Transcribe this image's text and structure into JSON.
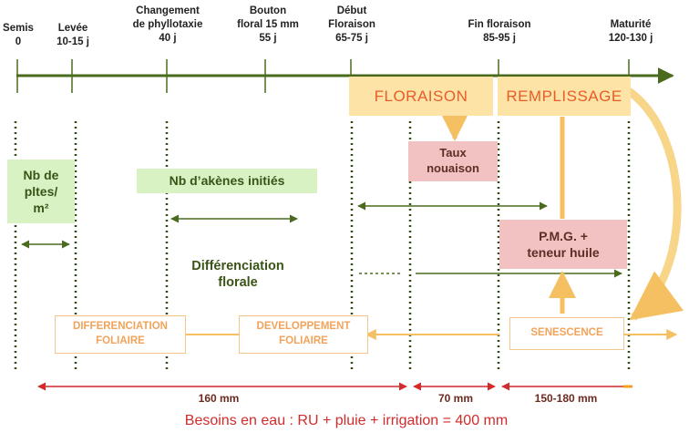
{
  "stages": [
    {
      "id": "semis",
      "line1": "Semis",
      "line2": "0"
    },
    {
      "id": "levee",
      "line1": "Levée",
      "line2": "10-15 j"
    },
    {
      "id": "changement",
      "line1": "Changement",
      "line2": "de phyllotaxie",
      "line3": "40 j"
    },
    {
      "id": "bouton",
      "line1": "Bouton",
      "line2": "floral 15 mm",
      "line3": "55 j"
    },
    {
      "id": "debut",
      "line1": "Début",
      "line2": "Floraison",
      "line3": "65-75 j"
    },
    {
      "id": "fin",
      "line1": "Fin floraison",
      "line2": "85-95 j"
    },
    {
      "id": "maturite",
      "line1": "Maturité",
      "line2": "120-130 j"
    }
  ],
  "phases": {
    "floraison": "FLORAISON",
    "remplissage": "REMPLISSAGE"
  },
  "components": {
    "nb_plantes": "Nb de\npltes/\nm²",
    "nb_akenes": "Nb d’akènes initiés",
    "differenciation_florale": "Différenciation\nflorale",
    "taux_nouaison": "Taux\nnouaison",
    "pmg": "P.M.G. +\nteneur huile"
  },
  "processes": {
    "differenciation_foliaire": "DIFFERENCIATION\nFOLIAIRE",
    "developpement_foliaire": "DEVELOPPEMENT\nFOLIAIRE",
    "senescence": "SENESCENCE"
  },
  "water_needs": {
    "segments": [
      "160 mm",
      "70 mm",
      "150-180 mm"
    ],
    "summary": "Besoins en eau : RU + pluie + irrigation = 400 mm"
  },
  "colors": {
    "axis": "#4a6b1e",
    "band": "#fde3a6",
    "band_text": "#e85c2a",
    "water": "#d22b2b"
  }
}
